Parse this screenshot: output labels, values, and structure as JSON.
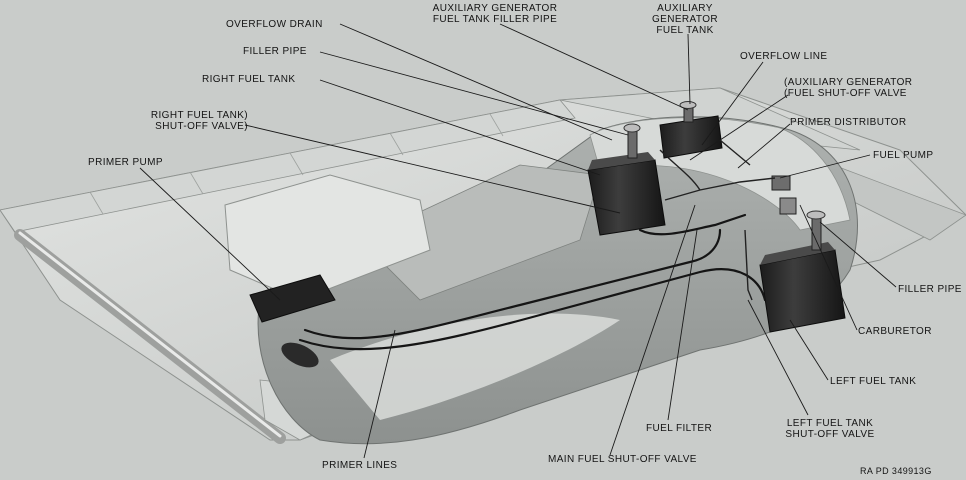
{
  "labels": {
    "overflow_drain": "OVERFLOW DRAIN",
    "aux_filler_pipe_1": "AUXILIARY GENERATOR",
    "aux_filler_pipe_2": "FUEL TANK FILLER PIPE",
    "aux_tank_1": "AUXILIARY",
    "aux_tank_2": "GENERATOR",
    "aux_tank_3": "FUEL TANK",
    "filler_pipe_right": "FILLER PIPE",
    "overflow_line": "OVERFLOW LINE",
    "aux_shutoff_1": "(AUXILIARY GENERATOR",
    "aux_shutoff_2": "(FUEL SHUT-OFF VALVE",
    "right_fuel_tank": "RIGHT FUEL TANK",
    "right_shutoff_1": "RIGHT FUEL TANK)",
    "right_shutoff_2": "SHUT-OFF VALVE)",
    "primer_distributor": "PRIMER DISTRIBUTOR",
    "fuel_pump": "FUEL PUMP",
    "primer_pump": "PRIMER PUMP",
    "filler_pipe_left": "FILLER PIPE",
    "carburetor": "CARBURETOR",
    "left_fuel_tank": "LEFT FUEL TANK",
    "fuel_filter": "FUEL FILTER",
    "left_shutoff_1": "LEFT FUEL TANK",
    "left_shutoff_2": "SHUT-OFF VALVE",
    "primer_lines": "PRIMER LINES",
    "main_shutoff": "MAIN FUEL SHUT-OFF VALVE",
    "ref_number": "RA PD  349913G"
  },
  "colors": {
    "background": "#c9ccca",
    "wing_surface": "#dcdedc",
    "wing_shadow": "#9fa3a1",
    "tank": "#2a2a2a",
    "lines": "#141414"
  }
}
